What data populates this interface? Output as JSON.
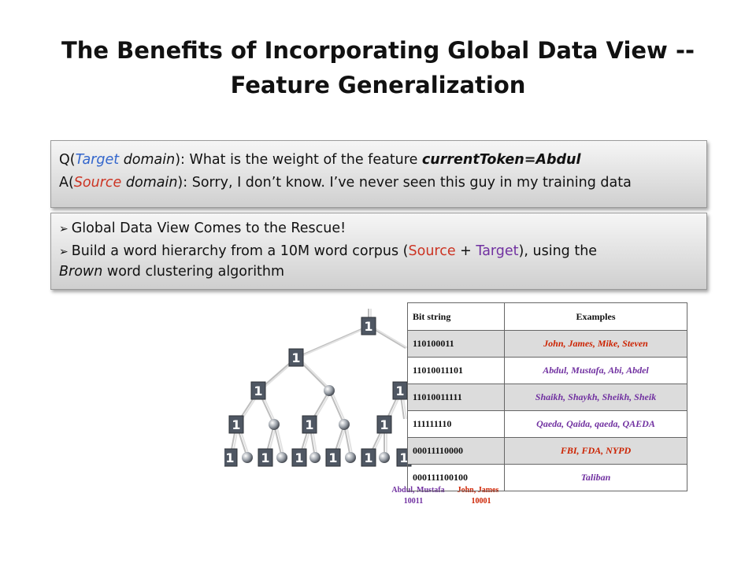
{
  "title": {
    "line1": "The Benefits of Incorporating Global Data View --",
    "line2": "Feature Generalization"
  },
  "qa": {
    "q_prefix": "Q(",
    "q_domain": "Target",
    "q_domain_word": " domain",
    "q_rest": "): What is the weight of the feature ",
    "q_feature": "currentToken=Abdul",
    "a_prefix": "A(",
    "a_domain": "Source",
    "a_domain_word": " domain",
    "a_rest": "): Sorry, I don’t know. I’ve never seen this guy in my training data"
  },
  "bullets": {
    "b1": "Global Data View Comes to the Rescue!",
    "b2_pre": "Build a word hierarchy from a 10M word corpus (",
    "b2_source": "Source",
    "b2_plus": " + ",
    "b2_target": "Target",
    "b2_post": "), using the",
    "b2_brown": "Brown",
    "b2_tail": " word clustering algorithm"
  },
  "tree": {
    "node_label": "1",
    "leaf_caption_1_words": "Abdul, Mustafa",
    "leaf_caption_1_bits": "10011",
    "leaf_caption_2_words": "John, James",
    "leaf_caption_2_bits": "10001"
  },
  "table": {
    "headers": [
      "Bit string",
      "Examples"
    ],
    "rows": [
      {
        "bits": "110100011",
        "examples": "John, James, Mike, Steven",
        "color": "#cc2200",
        "shade": true
      },
      {
        "bits": "11010011101",
        "examples": "Abdul, Mustafa, Abi, Abdel",
        "color": "#7030a0",
        "shade": false
      },
      {
        "bits": "11010011111",
        "examples": "Shaikh, Shaykh, Sheikh, Sheik",
        "color": "#7030a0",
        "shade": true
      },
      {
        "bits": "111111110",
        "examples": "Qaeda, Qaida, qaeda, QAEDA",
        "color": "#7030a0",
        "shade": false
      },
      {
        "bits": "00011110000",
        "examples": "FBI, FDA, NYPD",
        "color": "#cc2200",
        "shade": true
      },
      {
        "bits": "000111100100",
        "examples": "Taliban",
        "color": "#7030a0",
        "shade": false
      }
    ]
  }
}
